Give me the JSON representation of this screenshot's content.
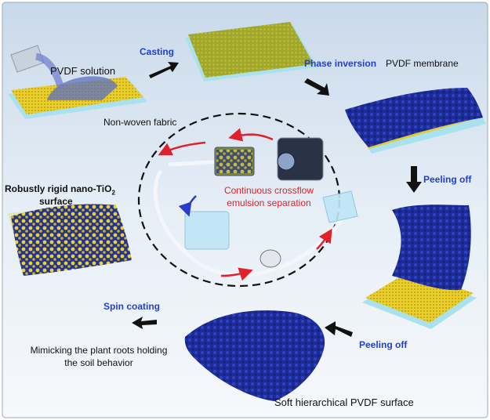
{
  "labels": {
    "pvdf_solution": "PVDF solution",
    "casting": "Casting",
    "phase_inversion": "Phase inversion",
    "pvdf_membrane": "PVDF membrane",
    "non_woven_fabric": "Non-woven fabric",
    "peeling_off_1": "Peeling off",
    "peeling_off_2": "Peeling off",
    "robust_surface_line1": "Robustly rigid nano-TiO",
    "robust_surface_sub": "2",
    "robust_surface_line2": "surface",
    "continuous_line1": "Continuous crossflow",
    "continuous_line2": "emulsion separation",
    "spin_coating": "Spin coating",
    "mimicking_line1": "Mimicking the plant roots holding",
    "mimicking_line2": "the soil behavior",
    "soft_surface": "Soft hierarchical PVDF surface"
  },
  "colors": {
    "process_label": "#1f3fd6",
    "loop_label": "#e0202a",
    "membrane_blue": "#1f2f9a",
    "fabric_yellow": "#e6cc2a",
    "flow_arrow": "#e0202a"
  }
}
